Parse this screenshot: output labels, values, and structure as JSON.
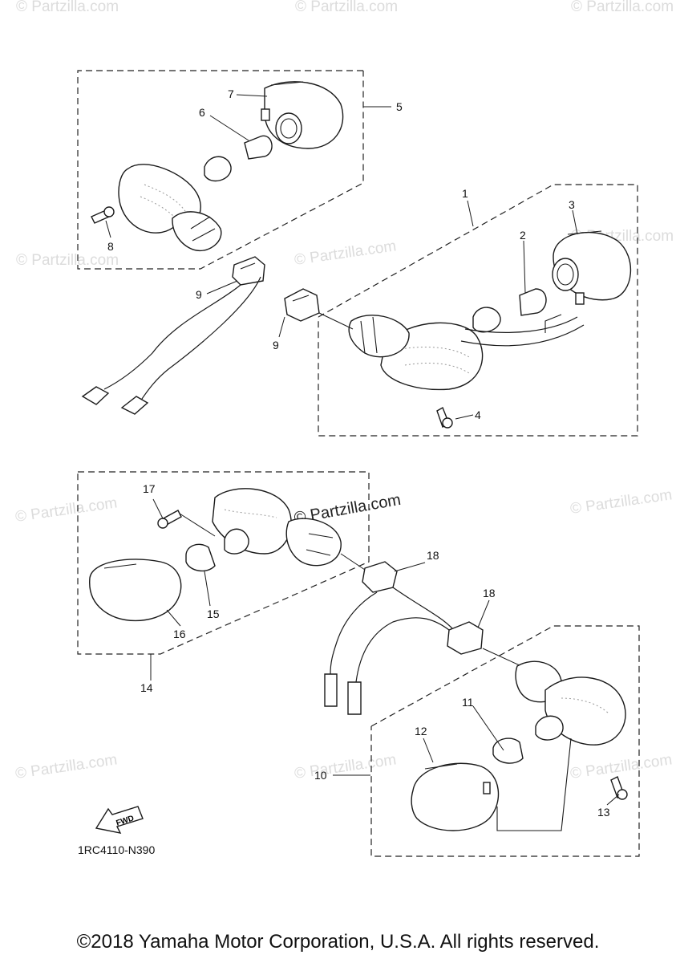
{
  "callouts": [
    {
      "id": "1",
      "label": "1"
    },
    {
      "id": "2",
      "label": "2"
    },
    {
      "id": "3",
      "label": "3"
    },
    {
      "id": "4",
      "label": "4"
    },
    {
      "id": "5",
      "label": "5"
    },
    {
      "id": "6",
      "label": "6"
    },
    {
      "id": "7",
      "label": "7"
    },
    {
      "id": "8",
      "label": "8"
    },
    {
      "id": "9a",
      "label": "9"
    },
    {
      "id": "9b",
      "label": "9"
    },
    {
      "id": "10",
      "label": "10"
    },
    {
      "id": "11",
      "label": "11"
    },
    {
      "id": "12",
      "label": "12"
    },
    {
      "id": "13",
      "label": "13"
    },
    {
      "id": "14",
      "label": "14"
    },
    {
      "id": "15",
      "label": "15"
    },
    {
      "id": "16",
      "label": "16"
    },
    {
      "id": "17",
      "label": "17"
    },
    {
      "id": "18a",
      "label": "18"
    },
    {
      "id": "18b",
      "label": "18"
    }
  ],
  "fwd_label": "FWD",
  "diagram_code": "1RC4110-N390",
  "copyright": "©2018 Yamaha Motor Corporation, U.S.A. All rights reserved.",
  "watermark": "© Partzilla.com",
  "colors": {
    "line": "#1a1a1a",
    "watermark": "#dcdcdc",
    "background": "#ffffff"
  }
}
